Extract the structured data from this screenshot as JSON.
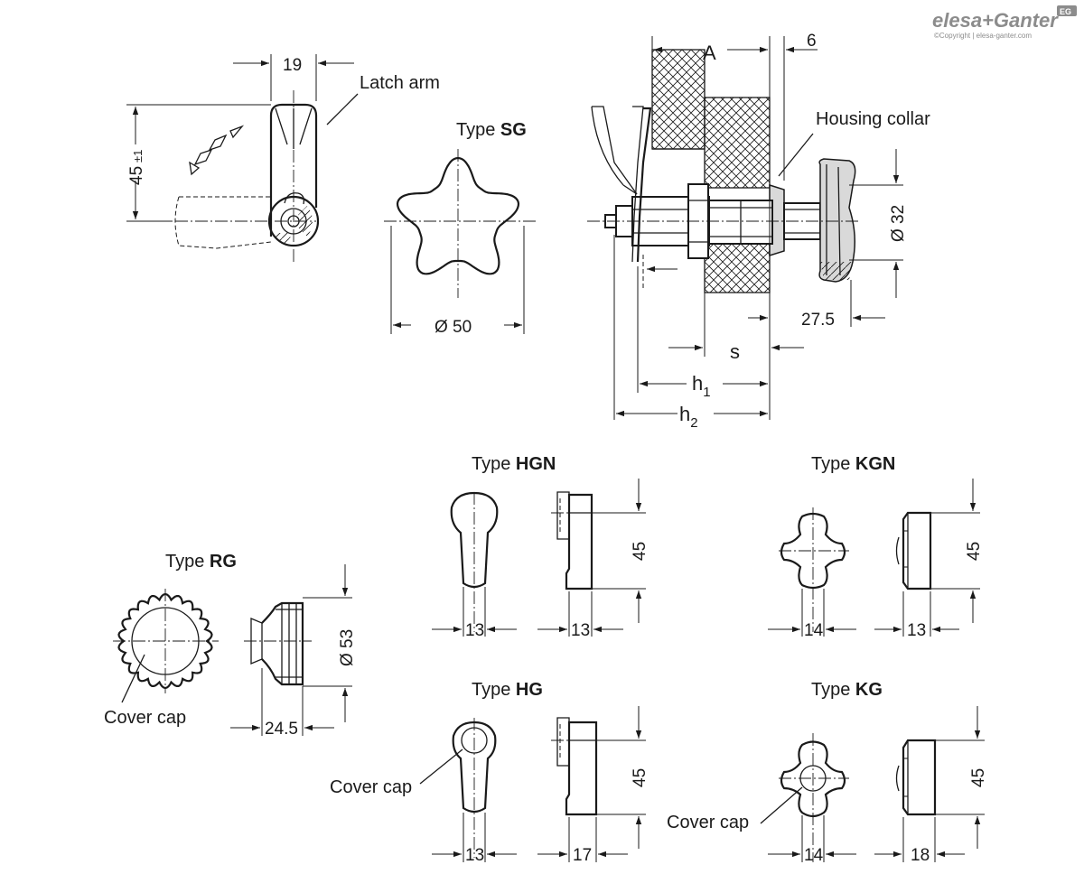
{
  "brand": {
    "logo_text": "elesa+Ganter",
    "logo_badge": "EG",
    "copyright": "©Copyright | elesa-ganter.com"
  },
  "labels": {
    "latch_arm": "Latch arm",
    "housing_collar": "Housing collar",
    "cover_cap_rg": "Cover cap",
    "cover_cap_hg": "Cover cap",
    "cover_cap_kg": "Cover cap"
  },
  "types": {
    "prefix": "Type",
    "sg": "SG",
    "rg": "RG",
    "hgn": "HGN",
    "hg": "HG",
    "kgn": "KGN",
    "kg": "KG"
  },
  "dimensions": {
    "latch_width": "19",
    "latch_height": "45",
    "latch_height_tol": "±1",
    "a": "A",
    "six": "6",
    "dia_32": "Ø 32",
    "dia_50": "Ø 50",
    "d_275": "27.5",
    "s": "s",
    "h1": "h",
    "h1_sub": "1",
    "h2": "h",
    "h2_sub": "2",
    "rg_dia": "Ø 53",
    "rg_width": "24.5",
    "hgn_front": "13",
    "hgn_side": "13",
    "hgn_height": "45",
    "kgn_front": "14",
    "kgn_side": "13",
    "kgn_height": "45",
    "hg_front": "13",
    "hg_side": "17",
    "hg_height": "45",
    "kg_front": "14",
    "kg_side": "18",
    "kg_height": "45"
  },
  "colors": {
    "line": "#1a1a1a",
    "fill": "#d9d9d9",
    "brand_gray": "#8c8c8c"
  }
}
